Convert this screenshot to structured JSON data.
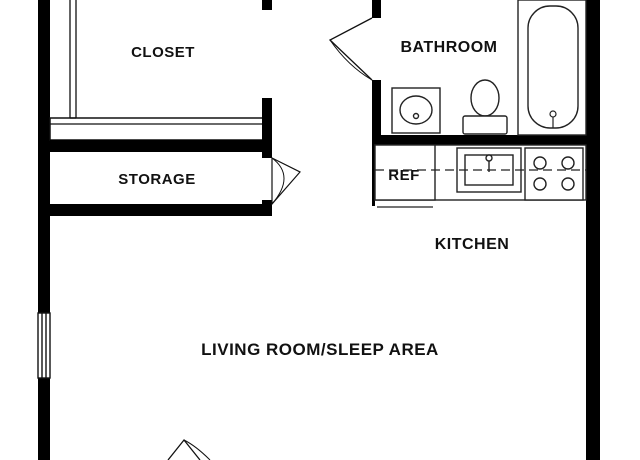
{
  "floorplan": {
    "rooms": {
      "closet": "CLOSET",
      "bathroom": "BATHROOM",
      "storage": "STORAGE",
      "refrigerator": "REF",
      "kitchen": "KITCHEN",
      "living": "LIVING ROOM/SLEEP AREA"
    }
  },
  "colors": {
    "wall": "#000000",
    "line": "#111111",
    "background": "#ffffff",
    "fixture_fill": "#ffffff",
    "fixture_stroke": "#222222"
  }
}
